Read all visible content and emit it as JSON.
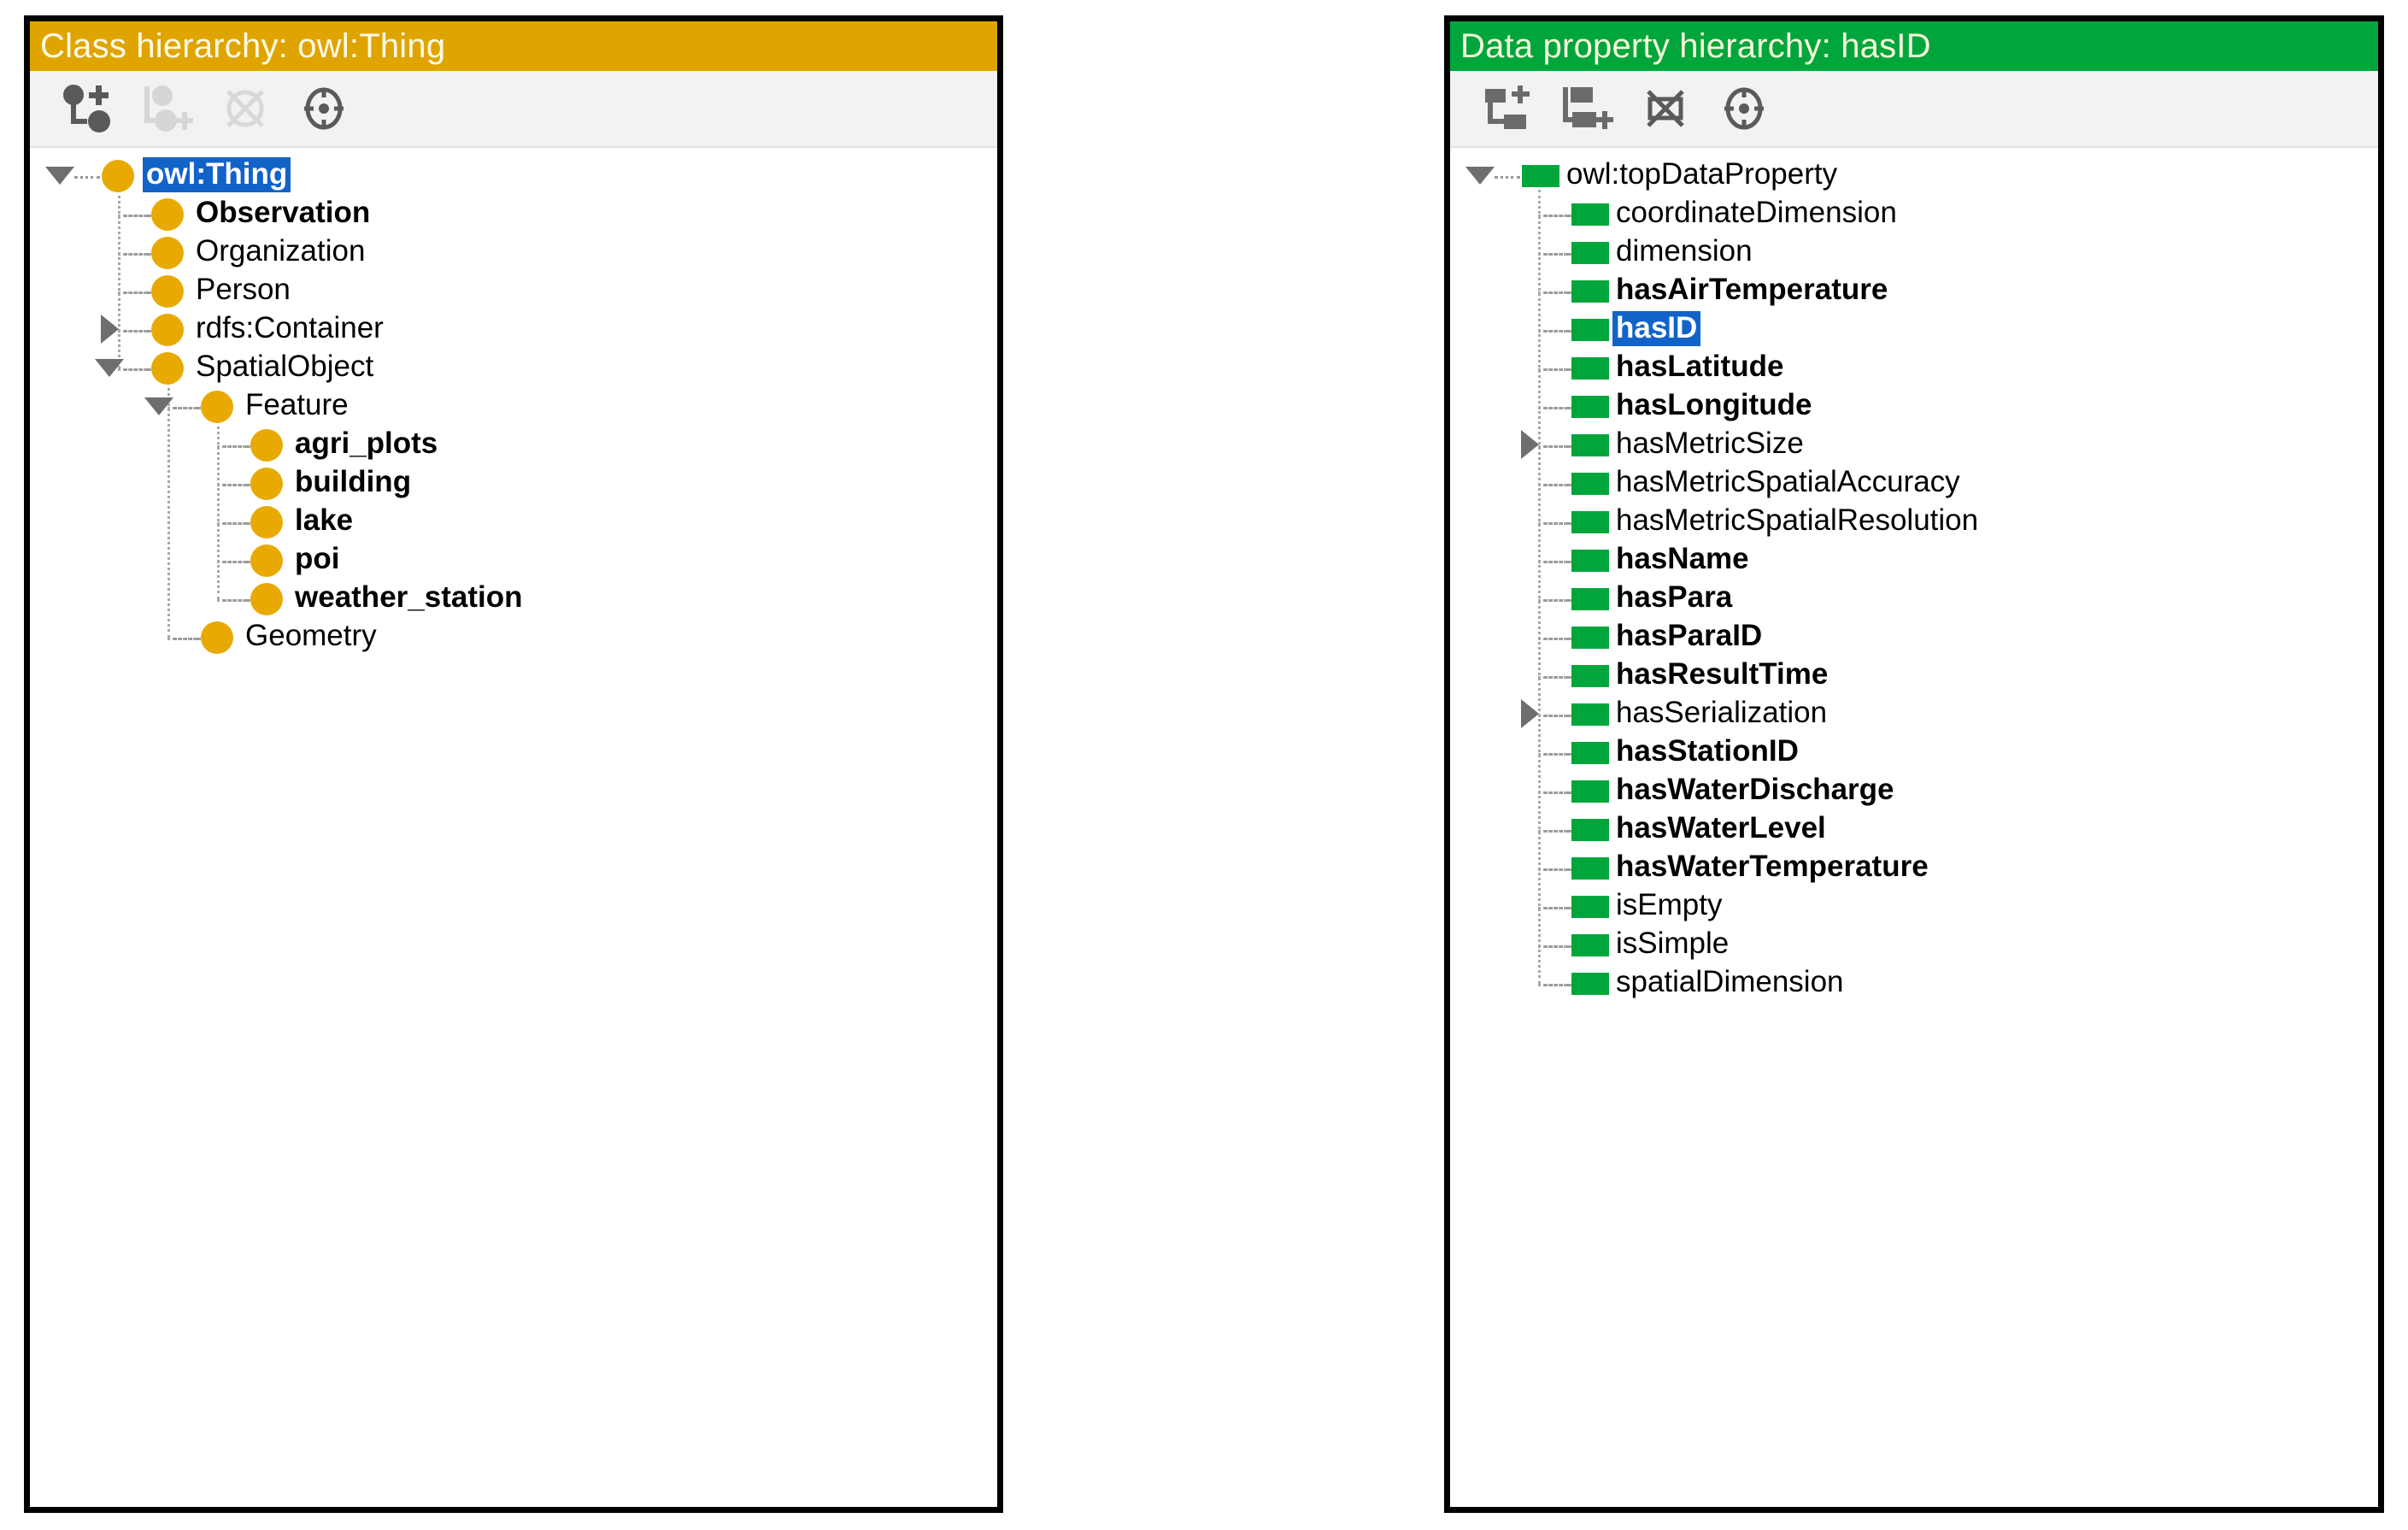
{
  "panels": {
    "class_hierarchy": {
      "header_title": "Class hierarchy: owl:Thing",
      "header_color": "#e0a400",
      "node_color": "#e8aa02",
      "selection_color": "#1263c8",
      "toolbar": [
        {
          "name": "add-subclass-icon",
          "label": "Add subclass",
          "enabled": true
        },
        {
          "name": "add-sibling-class-icon",
          "label": "Add sibling class",
          "enabled": false
        },
        {
          "name": "delete-class-icon",
          "label": "Delete selected class",
          "enabled": false
        },
        {
          "name": "target-class-icon",
          "label": "Find/target class",
          "enabled": true
        }
      ],
      "tree": [
        {
          "label": "owl:Thing",
          "depth": 0,
          "twisty": "down",
          "bold": false,
          "selected": true
        },
        {
          "label": "Observation",
          "depth": 1,
          "twisty": "none",
          "bold": true,
          "selected": false
        },
        {
          "label": "Organization",
          "depth": 1,
          "twisty": "none",
          "bold": false,
          "selected": false
        },
        {
          "label": "Person",
          "depth": 1,
          "twisty": "none",
          "bold": false,
          "selected": false
        },
        {
          "label": "rdfs:Container",
          "depth": 1,
          "twisty": "right",
          "bold": false,
          "selected": false
        },
        {
          "label": "SpatialObject",
          "depth": 1,
          "twisty": "down",
          "bold": false,
          "selected": false
        },
        {
          "label": "Feature",
          "depth": 2,
          "twisty": "down",
          "bold": false,
          "selected": false
        },
        {
          "label": "agri_plots",
          "depth": 3,
          "twisty": "none",
          "bold": true,
          "selected": false
        },
        {
          "label": "building",
          "depth": 3,
          "twisty": "none",
          "bold": true,
          "selected": false
        },
        {
          "label": "lake",
          "depth": 3,
          "twisty": "none",
          "bold": true,
          "selected": false
        },
        {
          "label": "poi",
          "depth": 3,
          "twisty": "none",
          "bold": true,
          "selected": false
        },
        {
          "label": "weather_station",
          "depth": 3,
          "twisty": "none",
          "bold": true,
          "selected": false
        },
        {
          "label": "Geometry",
          "depth": 2,
          "twisty": "none",
          "bold": false,
          "selected": false
        }
      ]
    },
    "data_property_hierarchy": {
      "header_title": "Data property hierarchy: hasID",
      "header_color": "#00a63c",
      "node_color": "#00a63c",
      "selection_color": "#1263c8",
      "toolbar": [
        {
          "name": "add-subproperty-icon",
          "label": "Add sub property",
          "enabled": true
        },
        {
          "name": "add-sibling-property-icon",
          "label": "Add sibling property",
          "enabled": true
        },
        {
          "name": "delete-property-icon",
          "label": "Delete selected property",
          "enabled": true
        },
        {
          "name": "target-property-icon",
          "label": "Find/target property",
          "enabled": true
        }
      ],
      "tree": [
        {
          "label": "owl:topDataProperty",
          "depth": 0,
          "twisty": "down",
          "bold": false,
          "selected": false
        },
        {
          "label": "coordinateDimension",
          "depth": 1,
          "twisty": "none",
          "bold": false,
          "selected": false
        },
        {
          "label": "dimension",
          "depth": 1,
          "twisty": "none",
          "bold": false,
          "selected": false
        },
        {
          "label": "hasAirTemperature",
          "depth": 1,
          "twisty": "none",
          "bold": true,
          "selected": false
        },
        {
          "label": "hasID",
          "depth": 1,
          "twisty": "none",
          "bold": true,
          "selected": true
        },
        {
          "label": "hasLatitude",
          "depth": 1,
          "twisty": "none",
          "bold": true,
          "selected": false
        },
        {
          "label": "hasLongitude",
          "depth": 1,
          "twisty": "none",
          "bold": true,
          "selected": false
        },
        {
          "label": "hasMetricSize",
          "depth": 1,
          "twisty": "right",
          "bold": false,
          "selected": false
        },
        {
          "label": "hasMetricSpatialAccuracy",
          "depth": 1,
          "twisty": "none",
          "bold": false,
          "selected": false
        },
        {
          "label": "hasMetricSpatialResolution",
          "depth": 1,
          "twisty": "none",
          "bold": false,
          "selected": false
        },
        {
          "label": "hasName",
          "depth": 1,
          "twisty": "none",
          "bold": true,
          "selected": false
        },
        {
          "label": "hasPara",
          "depth": 1,
          "twisty": "none",
          "bold": true,
          "selected": false
        },
        {
          "label": "hasParaID",
          "depth": 1,
          "twisty": "none",
          "bold": true,
          "selected": false
        },
        {
          "label": "hasResultTime",
          "depth": 1,
          "twisty": "none",
          "bold": true,
          "selected": false
        },
        {
          "label": "hasSerialization",
          "depth": 1,
          "twisty": "right",
          "bold": false,
          "selected": false
        },
        {
          "label": "hasStationID",
          "depth": 1,
          "twisty": "none",
          "bold": true,
          "selected": false
        },
        {
          "label": "hasWaterDischarge",
          "depth": 1,
          "twisty": "none",
          "bold": true,
          "selected": false
        },
        {
          "label": "hasWaterLevel",
          "depth": 1,
          "twisty": "none",
          "bold": true,
          "selected": false
        },
        {
          "label": "hasWaterTemperature",
          "depth": 1,
          "twisty": "none",
          "bold": true,
          "selected": false
        },
        {
          "label": "isEmpty",
          "depth": 1,
          "twisty": "none",
          "bold": false,
          "selected": false
        },
        {
          "label": "isSimple",
          "depth": 1,
          "twisty": "none",
          "bold": false,
          "selected": false
        },
        {
          "label": "spatialDimension",
          "depth": 1,
          "twisty": "none",
          "bold": false,
          "selected": false
        }
      ]
    }
  }
}
